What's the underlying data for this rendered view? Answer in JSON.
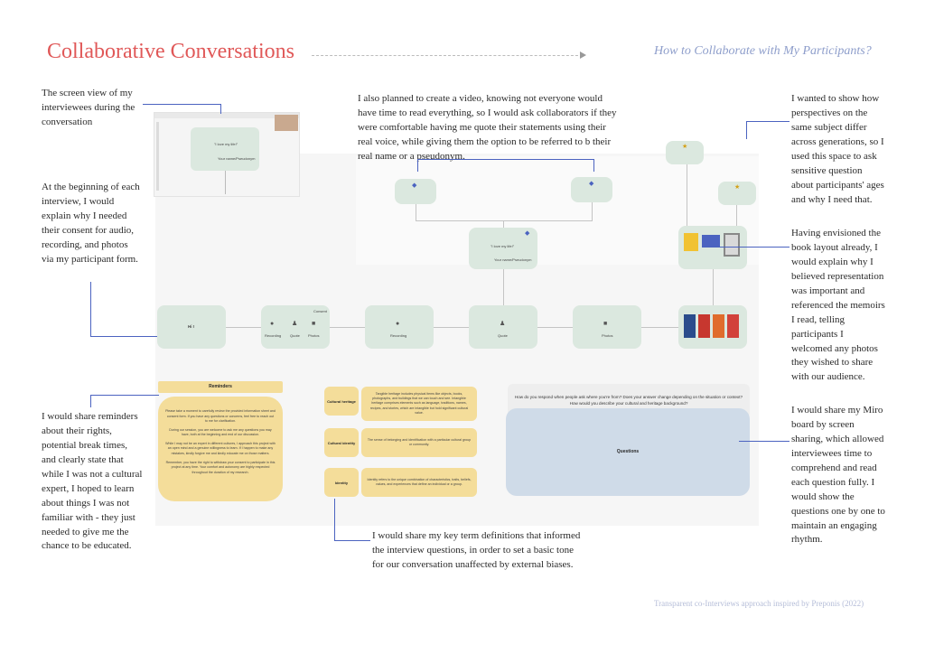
{
  "header": {
    "title": "Collaborative Conversations",
    "subtitle": "How to Collaborate with My Participants?"
  },
  "annotations": {
    "screen_view": "The screen view of my interviewees during the conversation",
    "consent": "At the beginning of each interview, I would explain why I needed their consent for audio, recording, and photos via my participant form.",
    "video": "I also planned to create a video, knowing not everyone would have time to read everything, so I would ask collaborators if they were comfortable having me quote their statements using their real voice, while giving them the option to be referred to b their real name or a pseudonym.",
    "generations": "I wanted to show how perspectives on the same subject differ across generations, so I used this space to ask sensitive question about participants' ages and why I need that.",
    "book_layout": "Having envisioned the book layout already, I would explain why I believed representation was important and referenced the memoirs I read, telling participants I welcomed any photos they wished to share with our audience.",
    "reminders": "I would share reminders about their rights, potential break times, and clearly state that while I was not a cultural expert, I hoped to learn about things I was not familiar with - they just needed to give me the chance to be educated.",
    "key_terms": "I would share my key term definitions that informed the interview questions, in order to set a basic tone for our conversation unaffected by external biases.",
    "miro": "I would share my Miro board by screen sharing, which allowed interviewees time to comprehend and read each question fully. I would show the questions one by one to maintain an engaging rhythm."
  },
  "board": {
    "center_quote": "\"I love my life!\"",
    "center_name": "Your name/Pseudonym",
    "screen_quote": "\"I love my life!\"",
    "screen_name": "Your name/Pseudonym",
    "flow": [
      {
        "label": "Hi !"
      },
      {
        "label": "Consent",
        "items": [
          "Recording",
          "Quote",
          "Photos"
        ]
      },
      {
        "label": "Recording"
      },
      {
        "label": "Quote"
      },
      {
        "label": "Photos"
      }
    ],
    "reminders_title": "Reminders",
    "reminders_text": [
      "Please take a moment to carefully review the provided information sheet and consent form. If you have any questions or concerns, feel free to reach out to me for clarification.",
      "During our session, you are welcome to ask me any questions you may have, both at the beginning and end of our discussion.",
      "While I may not be an expert in different cultures, I approach this project with an open mind and a genuine willingness to learn. If I happen to make any mistakes, kindly forgive me and kindly educate me on those matters.",
      "Remember, you have the right to withdraw your consent to participate in this project at any time. Your comfort and autonomy are highly respected throughout the duration of my research."
    ],
    "terms": [
      {
        "term": "Cultural heritage",
        "definition": "Tangible heritage includes physical items like objects, books, photographs, and buildings that we can touch and see. Intangible heritage comprises elements such as language, traditions, names, recipes, and stories, which are intangible but hold significant cultural value."
      },
      {
        "term": "Cultural identity",
        "definition": "The sense of belonging and identification with a particular cultural group or community."
      },
      {
        "term": "Identity",
        "definition": "Identity refers to the unique combination of characteristics, traits, beliefs, values, and experiences that define an individual or a group."
      }
    ],
    "question_header": "How do you respond when people ask where you're from? Does your answer change depending on the situation or context? How would you describe your cultural and heritage background?",
    "questions_label": "Questions"
  },
  "footer": "Transparent co-Interviews approach inspired by Preponis (2022)",
  "colors": {
    "title": "#e05858",
    "subtitle": "#8e9ecb",
    "connector": "#4b63c0",
    "node_green": "#dbe8df",
    "note_yellow": "#f4dd9a",
    "question_blue": "#cfdbe8"
  }
}
